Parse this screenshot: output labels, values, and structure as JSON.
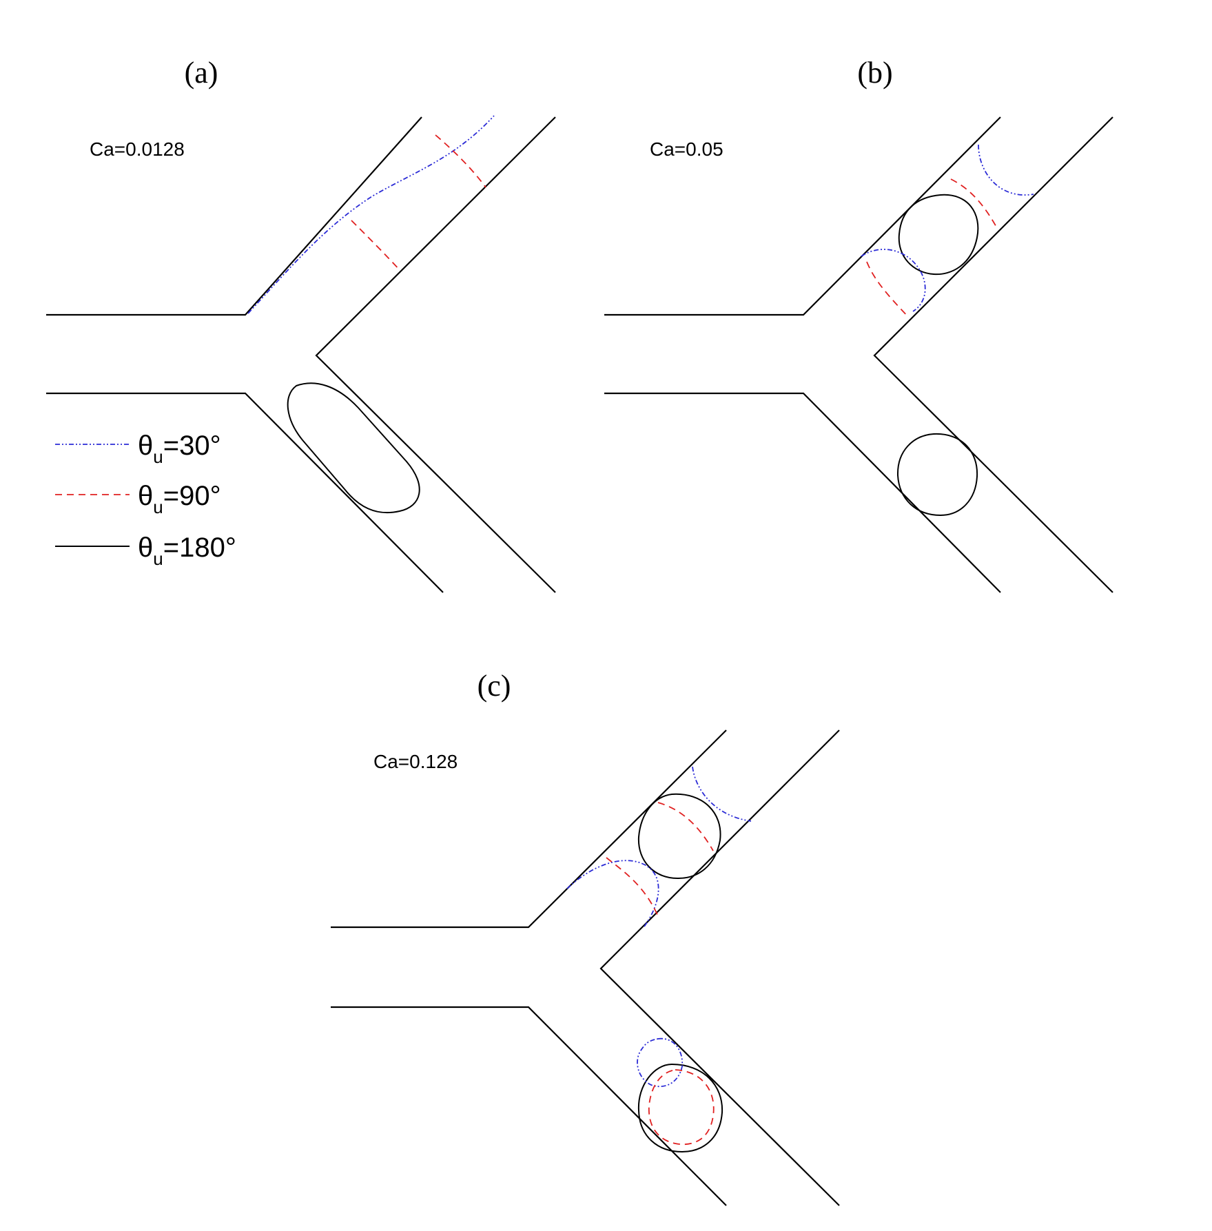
{
  "panels": [
    {
      "label": "(a)",
      "ca": "Ca=0.0128"
    },
    {
      "label": "(b)",
      "ca": "Ca=0.05"
    },
    {
      "label": "(c)",
      "ca": "Ca=0.128"
    }
  ],
  "legend": [
    {
      "prefix": "θ",
      "sub": "u",
      "value": "=30°",
      "style": "dash-dot-dot",
      "color": "#2b2bd6"
    },
    {
      "prefix": "θ",
      "sub": "u",
      "value": "=90°",
      "style": "dashed",
      "color": "#e02020"
    },
    {
      "prefix": "θ",
      "sub": "u",
      "value": "=180°",
      "style": "solid",
      "color": "#000000"
    }
  ],
  "colors": {
    "wall": "#000000",
    "theta30": "#2b2bd6",
    "theta90": "#e02020",
    "theta180": "#000000"
  }
}
